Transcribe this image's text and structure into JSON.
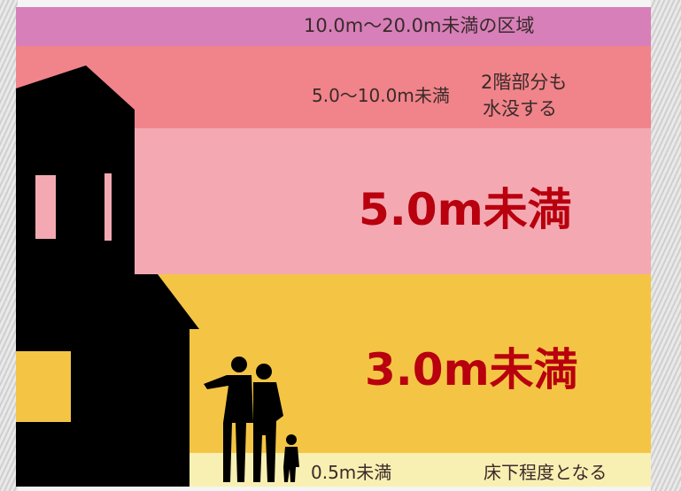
{
  "zones": {
    "z20": {
      "label": "10.0m～20.0m未満の区域",
      "color": "#d77fb9"
    },
    "z10": {
      "label": "5.0～10.0m未満",
      "note_line1": "2階部分も",
      "note_line2": "水没する",
      "color": "#f0848a"
    },
    "z5": {
      "label": "5.0m未満",
      "color": "#f4a9b2"
    },
    "z3": {
      "label": "3.0m未満",
      "color": "#f4c544"
    },
    "z05": {
      "label": "0.5m未満",
      "note": "床下程度となる",
      "color": "#f8f0b2"
    }
  },
  "colors": {
    "big_label": "#b8000e",
    "silhouette": "#000000"
  }
}
